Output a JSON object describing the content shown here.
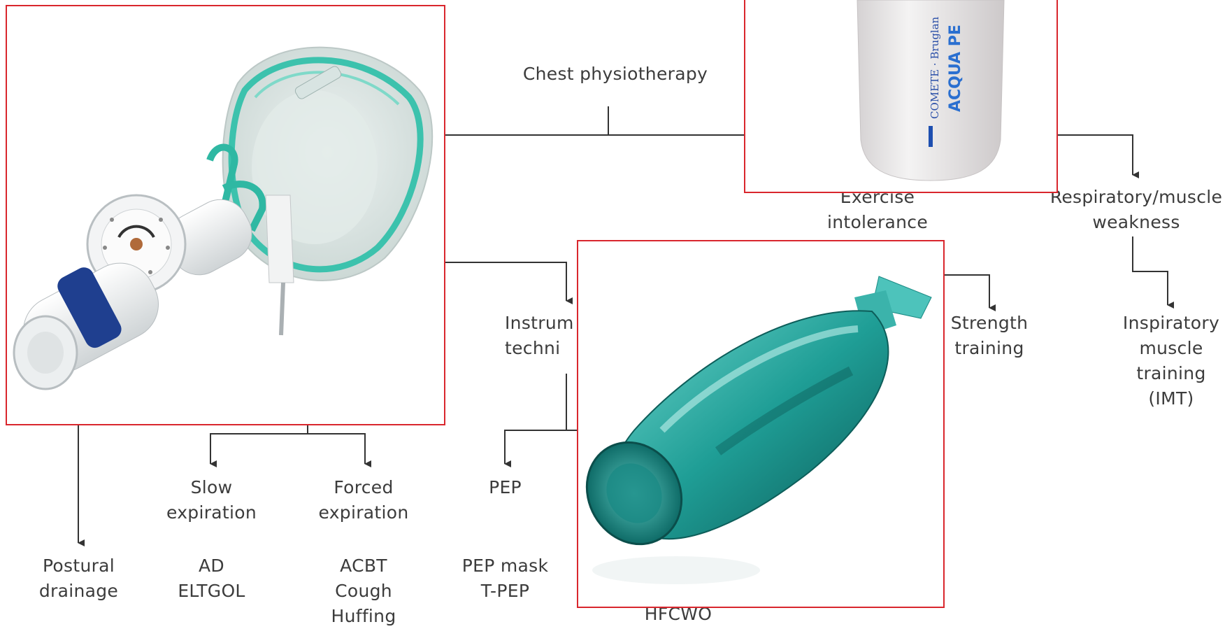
{
  "diagram": {
    "labels": {
      "chest_physiotherapy": "Chest physiotherapy",
      "exercise_intolerance": "Exercise\nintolerance",
      "respiratory_weakness": "Respiratory/muscle\nweakness",
      "instrumental_techniques": "Instrum\ntechni",
      "strength_training": "Strength\ntraining",
      "inspiratory_muscle_training": "Inspiratory\nmuscle\ntraining (IMT)",
      "postural_drainage": "Postural\ndrainage",
      "slow_expiration": "Slow\nexpiration",
      "slow_expiration_examples": "AD\nELTGOL",
      "forced_expiration": "Forced\nexpiration",
      "forced_expiration_examples": "ACBT\nCough\nHuffing",
      "pep": "PEP",
      "pep_examples": "PEP mask\nT-PEP",
      "hfcwo": "HFCWO"
    },
    "photos": {
      "mask_device": "pep-mask-device-photo",
      "bottle": "water-bottle-pep-photo",
      "flutter_device": "oscillating-pep-device-photo"
    },
    "bottle_text": {
      "brand": "COMETE · Bruglan",
      "product": "ACQUA PE"
    },
    "colors": {
      "line": "#333333",
      "frame": "#d9262d",
      "text": "#3c3c3c",
      "device_teal": "#1f9e96"
    }
  }
}
